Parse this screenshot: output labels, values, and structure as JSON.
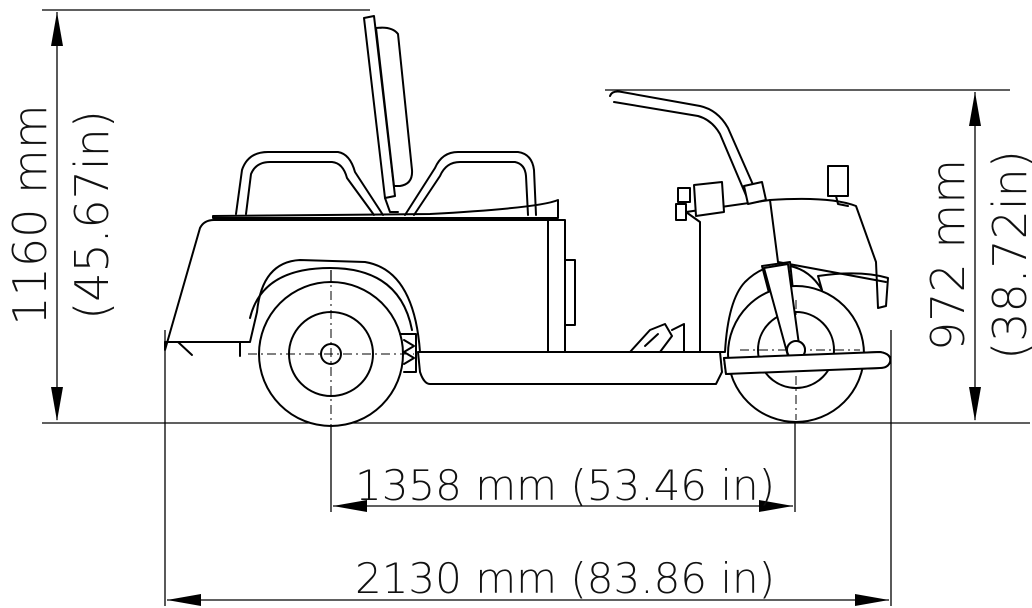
{
  "dimensions": {
    "height_overall_mm": "1160 mm",
    "height_overall_in": "(45.67in)",
    "height_steer_mm": "972 mm",
    "height_steer_in": "(38.72in)",
    "wheelbase": "1358 mm (53.46 in)",
    "length_overall": "2130 mm (83.86 in)"
  }
}
